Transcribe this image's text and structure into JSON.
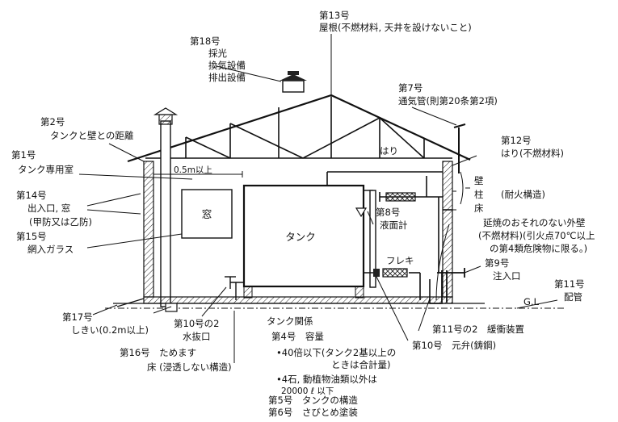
{
  "labels": {
    "n13_num": "第13号",
    "n13_text": "屋根(不燃材料, 天井を設けないこと)",
    "n18_num": "第18号",
    "n18_l1": "採光",
    "n18_l2": "換気設備",
    "n18_l3": "排出設備",
    "n7_num": "第7号",
    "n7_text": "通気管(則第20条第2項)",
    "n2_num": "第2号",
    "n2_text": "タンクと壁との距離",
    "n12_num": "第12号",
    "n12_text": "はり(不燃材料)",
    "hari": "はり",
    "n1_num": "第1号",
    "n1_text": "タンク専用室",
    "dist": "0.5m以上",
    "kabe": "壁",
    "hashira": "柱",
    "yuka": "床",
    "taika": "(耐火構造)",
    "n14_num": "第14号",
    "n14_l1": "出入口, 窓",
    "n14_l2": "(甲防又は乙防)",
    "window": "窓",
    "n15_num": "第15号",
    "n15_text": "網入ガラス",
    "n8_num": "第8号",
    "n8_text": "液面計",
    "tank": "タンク",
    "enshou_l1": "延焼のおそれのない外壁",
    "enshou_l2": "(不燃材料)(引火点70℃以上",
    "enshou_l3": "の第4類危険物に限る。)",
    "fureki": "フレキ",
    "n9_num": "第9号",
    "n9_text": "注入口",
    "n11_num": "第11号",
    "n11_text": "配管",
    "gl": "G.L",
    "n17_num": "第17号",
    "n17_text": "しきい(0.2m以上)",
    "n10_2_num": "第10号の2",
    "n10_2_text": "水抜口",
    "tank_kankei": "タンク関係",
    "n11_2": "第11号の2　緩衝装置",
    "n10": "第10号　元弁(鋳鋼)",
    "n16": "第16号　ためます",
    "n16_floor": "床 (浸透しない構造)",
    "n4": "第4号　容量",
    "n4_a1": "•40倍以下(タンク2基以上の",
    "n4_a2": "ときは合計量)",
    "n4_b1": "•4石, 動植物油類以外は",
    "n4_b2": "20000 ℓ 以下",
    "n5": "第5号　タンクの構造",
    "n6": "第6号　さびとめ塗装"
  }
}
